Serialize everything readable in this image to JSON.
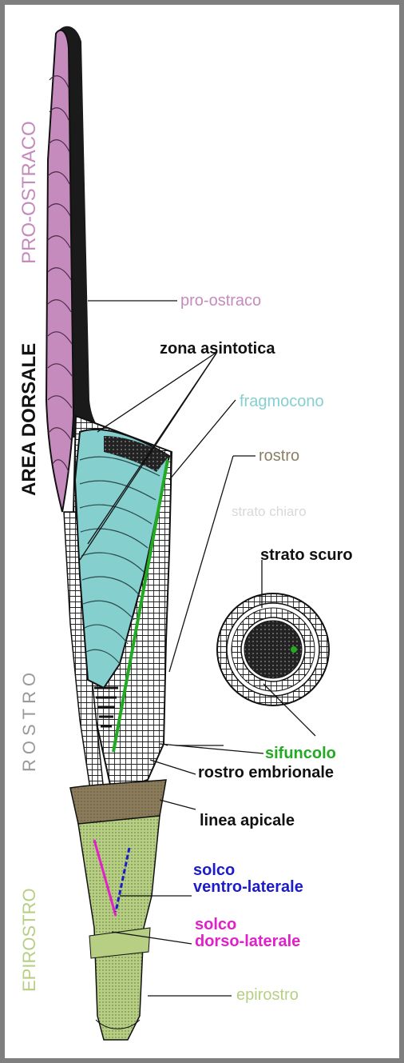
{
  "side_labels": {
    "pro_ostraco": "PRO-OSTRACO",
    "area_dorsale": "AREA DORSALE",
    "rostro": "ROSTRO",
    "epirostro": "EPIROSTRO"
  },
  "labels": {
    "pro_ostraco": "pro-ostraco",
    "zona_asintotica": "zona asintotica",
    "fragmocono": "fragmocono",
    "rostro": "rostro",
    "strato_chiaro": "strato chiaro",
    "strato_scuro": "strato scuro",
    "sifuncolo": "sifuncolo",
    "rostro_embrionale": "rostro embrionale",
    "linea_apicale": "linea apicale",
    "solco_ventro_1": "solco",
    "solco_ventro_2": "ventro-laterale",
    "solco_dorso_1": "solco",
    "solco_dorso_2": "dorso-laterale",
    "epirostro": "epirostro"
  },
  "colors": {
    "pro_ostraco": "#c58bbd",
    "fragmocono": "#86cfcf",
    "rostro_label": "#8a7f62",
    "strato_chiaro": "#d8d8d8",
    "sifuncolo": "#22aa22",
    "solco_ventro": "#1c1cc8",
    "solco_dorso": "#e020c8",
    "epirostro": "#b6cf83",
    "apex_brown": "#8a7b5a",
    "background": "#7f7f7f"
  }
}
